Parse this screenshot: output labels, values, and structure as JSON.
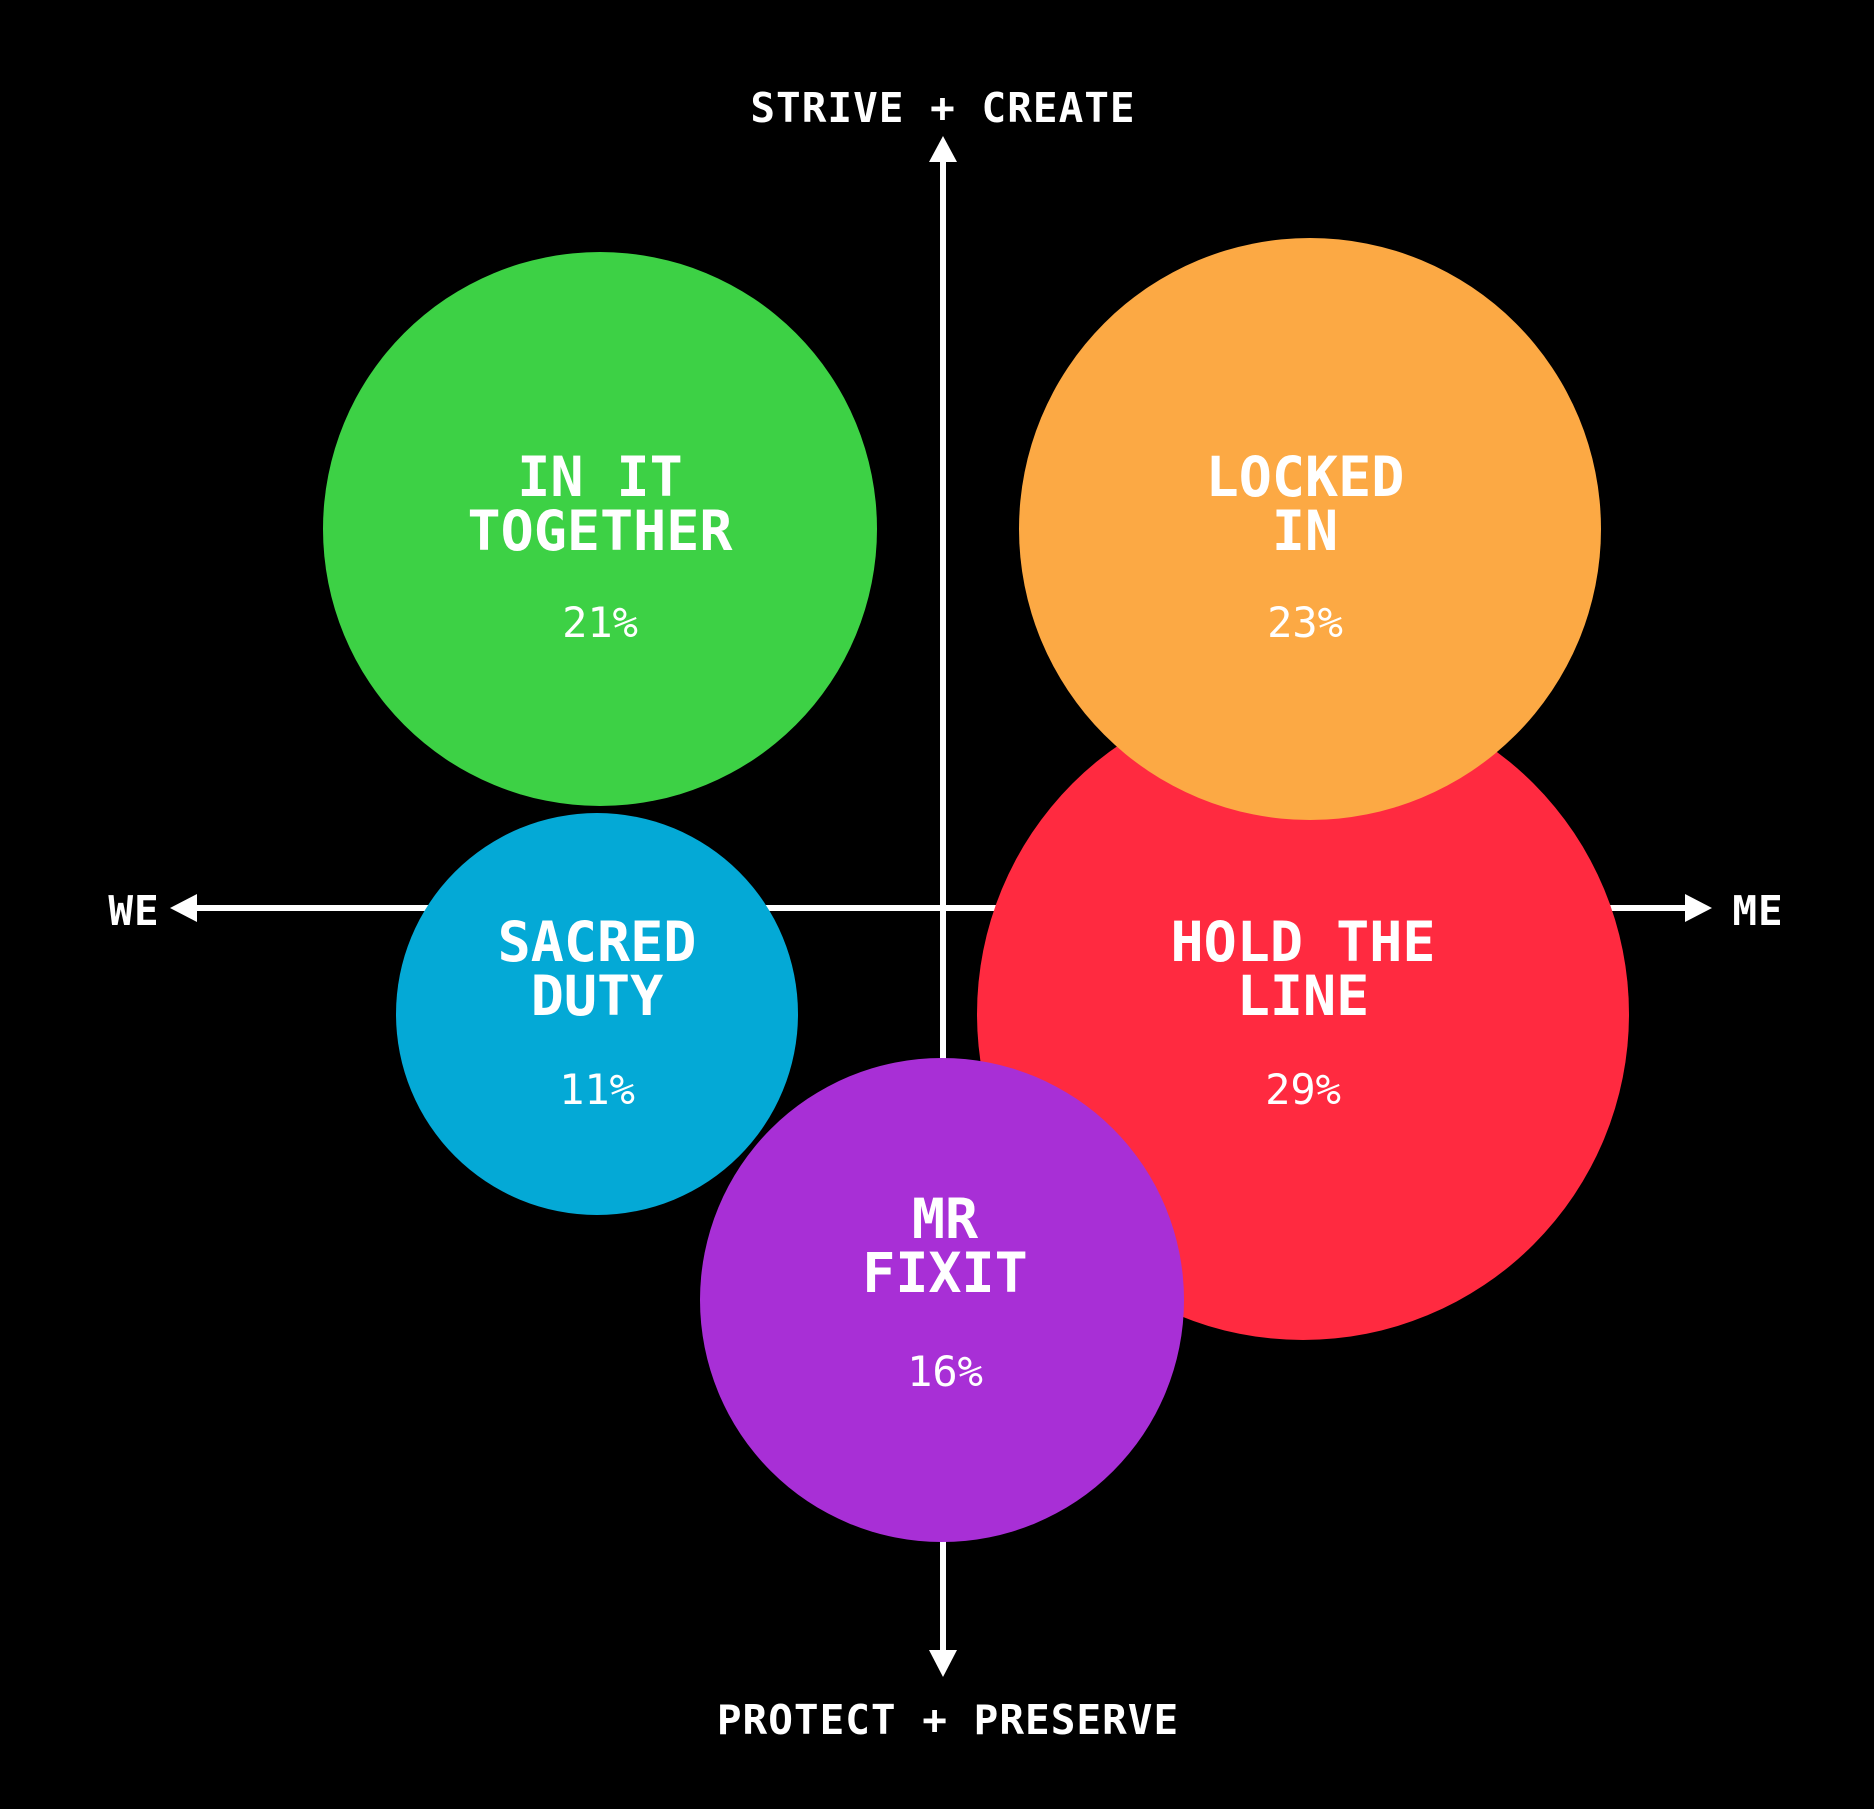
{
  "axes": {
    "top": "STRIVE + CREATE",
    "bottom": "PROTECT + PRESERVE",
    "left": "WE",
    "right": "ME",
    "color": "#ffffff"
  },
  "background": "#000000",
  "segments": [
    {
      "id": "in-it-together",
      "lines": [
        "IN IT",
        "TOGETHER"
      ],
      "value": "21%",
      "color": "#3dd145"
    },
    {
      "id": "locked-in",
      "lines": [
        "LOCKED",
        "IN"
      ],
      "value": "23%",
      "color": "#fca944"
    },
    {
      "id": "hold-the-line",
      "lines": [
        "HOLD THE",
        "LINE"
      ],
      "value": "29%",
      "color": "#ff2a40"
    },
    {
      "id": "sacred-duty",
      "lines": [
        "SACRED",
        "DUTY"
      ],
      "value": "11%",
      "color": "#04a9d6"
    },
    {
      "id": "mr-fixit",
      "lines": [
        "MR",
        "FIXIT"
      ],
      "value": "16%",
      "color": "#a82fd6"
    }
  ]
}
